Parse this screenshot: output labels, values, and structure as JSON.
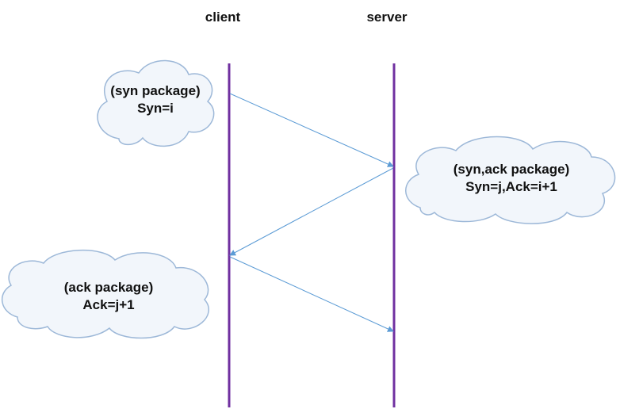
{
  "diagram": {
    "client_label": "client",
    "server_label": "server",
    "colors": {
      "lifeline": "#7030a0",
      "arrow": "#5b9bd5",
      "cloud_fill": "#f2f6fb",
      "cloud_stroke": "#9db8d8",
      "text": "#111111"
    },
    "messages": [
      {
        "from": "client",
        "to": "server",
        "line1": "(syn package)",
        "line2": "Syn=i"
      },
      {
        "from": "server",
        "to": "client",
        "line1": "(syn,ack package)",
        "line2": "Syn=j,Ack=i+1"
      },
      {
        "from": "client",
        "to": "server",
        "line1": "(ack package)",
        "line2": "Ack=j+1"
      }
    ]
  }
}
